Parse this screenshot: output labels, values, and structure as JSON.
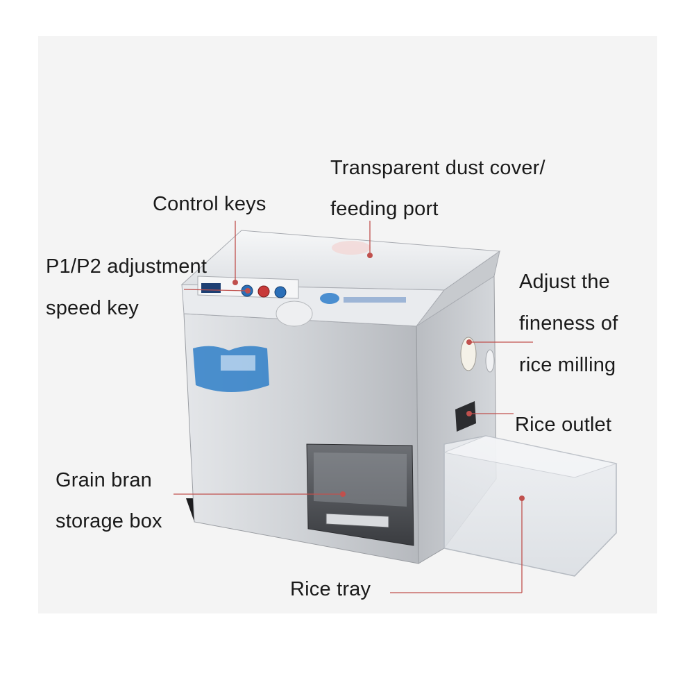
{
  "labels": {
    "dust_cover_line1": "Transparent dust cover/",
    "dust_cover_line2": "feeding port",
    "control_keys": "Control keys",
    "p1p2_line1": "P1/P2 adjustment",
    "p1p2_line2": "speed key",
    "fineness_line1": "Adjust the",
    "fineness_line2": "fineness of",
    "fineness_line3": "rice milling",
    "rice_outlet": "Rice outlet",
    "bran_line1": "Grain bran",
    "bran_line2": "storage box",
    "rice_tray": "Rice tray"
  },
  "colors": {
    "background": "#f4f4f4",
    "leader_line": "#c0504d",
    "body_silver": "#c9ccd1",
    "base_black": "#1c1c1e",
    "button_blue": "#2a6fb8"
  }
}
